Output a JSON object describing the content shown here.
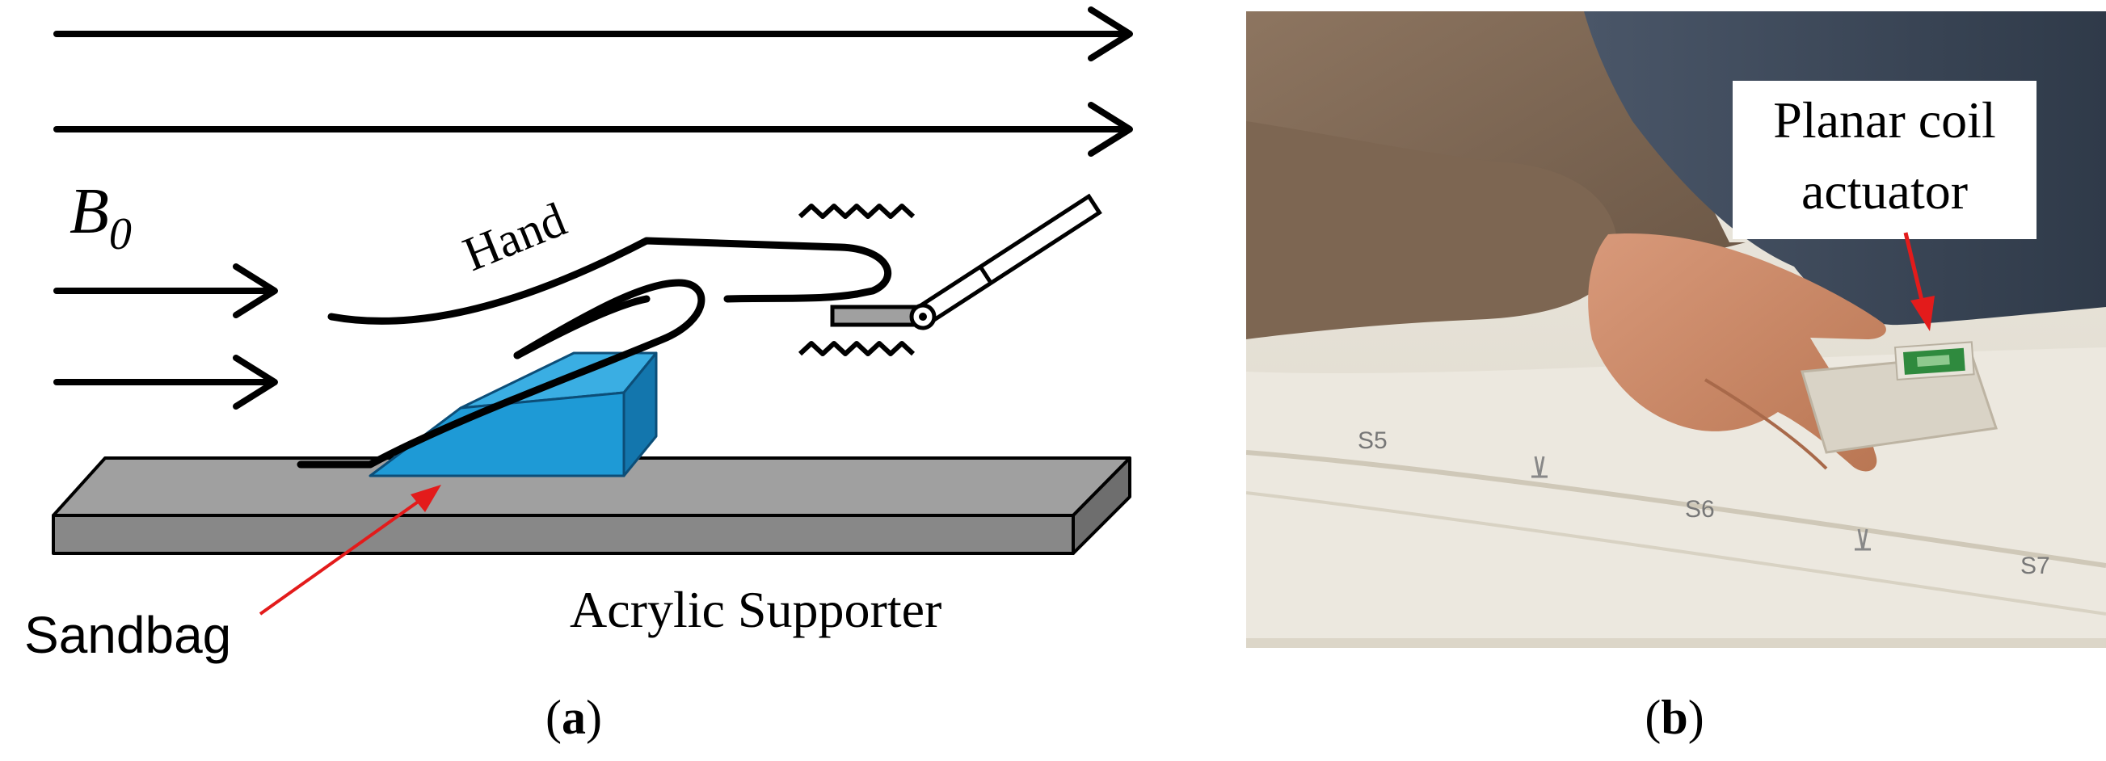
{
  "panel_a": {
    "field_label": "B",
    "field_subscript": "0",
    "hand_label": "Hand",
    "sandbag_label": "Sandbag",
    "supporter_label": "Acrylic Supporter",
    "caption": {
      "open": "(",
      "letter": "a",
      "close": ")"
    }
  },
  "panel_b": {
    "callout_line1": "Planar coil",
    "callout_line2": "actuator",
    "mat_markings": [
      "S5",
      "S6",
      "S7"
    ],
    "caption": {
      "open": "(",
      "letter": "b",
      "close": ")"
    }
  },
  "colors": {
    "sandbag": "#1e9ad6",
    "supporter_top": "#a0a0a0",
    "supporter_front": "#808080",
    "pointer_arrow": "#e31b1b",
    "photo_table": "#e9e5dc",
    "photo_shirt": "#7d6753",
    "photo_jeans": "#3e4b5c",
    "photo_skin": "#c98a66",
    "coil_green": "#2f8a3e"
  },
  "icons": {
    "field_arrow": "right-arrow",
    "vibration": "zigzag-wave",
    "pointer": "red-arrow"
  }
}
